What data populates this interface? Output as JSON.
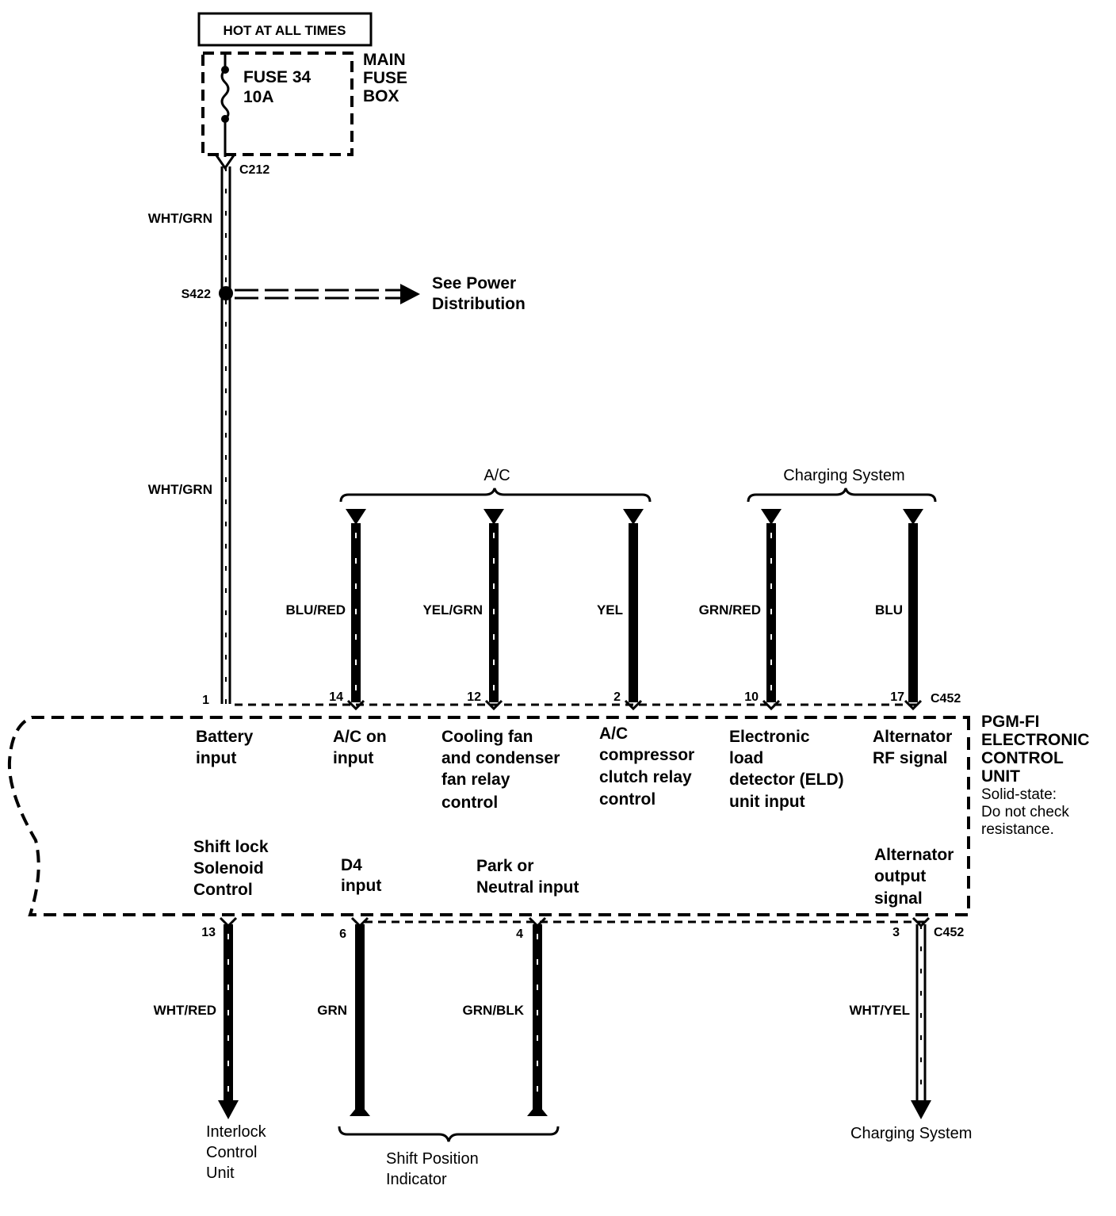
{
  "power": {
    "hot_label": "HOT AT ALL TIMES",
    "fuse_name": "FUSE 34",
    "fuse_rating": "10A",
    "fuse_box": [
      "MAIN",
      "FUSE",
      "BOX"
    ],
    "connector_top": "C212",
    "splice": "S422",
    "see_power": [
      "See Power",
      "Distribution"
    ],
    "wire_upper": "WHT/GRN",
    "wire_lower": "WHT/GRN"
  },
  "groups": {
    "ac": "A/C",
    "charging": "Charging System",
    "shift": [
      "Shift Position",
      "Indicator"
    ],
    "interlock": [
      "Interlock",
      "Control",
      "Unit"
    ],
    "charging_bottom": "Charging System"
  },
  "top_wires": [
    {
      "color": "BLU/RED",
      "pin": "14"
    },
    {
      "color": "YEL/GRN",
      "pin": "12"
    },
    {
      "color": "YEL",
      "pin": "2"
    },
    {
      "color": "GRN/RED",
      "pin": "10"
    },
    {
      "color": "BLU",
      "pin": "17"
    }
  ],
  "battery_pin": "1",
  "connector_c452_top": "C452",
  "connector_c452_bottom": "C452",
  "ecu": {
    "title": [
      "PGM-FI",
      "ELECTRONIC",
      "CONTROL",
      "UNIT"
    ],
    "note": [
      "Solid-state:",
      "Do not check",
      "resistance."
    ],
    "top_functions": [
      [
        "Battery",
        "input"
      ],
      [
        "A/C on",
        "input"
      ],
      [
        "Cooling fan",
        "and condenser",
        "fan relay",
        "control"
      ],
      [
        "A/C",
        "compressor",
        "clutch relay",
        "control"
      ],
      [
        "Electronic",
        "load",
        "detector (ELD)",
        "unit input"
      ],
      [
        "Alternator",
        "RF signal"
      ]
    ],
    "bottom_functions": [
      [
        "Shift lock",
        "Solenoid",
        "Control"
      ],
      [
        "D4",
        "input"
      ],
      [
        "Park or",
        "Neutral input"
      ],
      [
        "Alternator",
        "output",
        "signal"
      ]
    ]
  },
  "bottom_wires": [
    {
      "color": "WHT/RED",
      "pin": "13"
    },
    {
      "color": "GRN",
      "pin": "6"
    },
    {
      "color": "GRN/BLK",
      "pin": "4"
    },
    {
      "color": "WHT/YEL",
      "pin": "3"
    }
  ]
}
